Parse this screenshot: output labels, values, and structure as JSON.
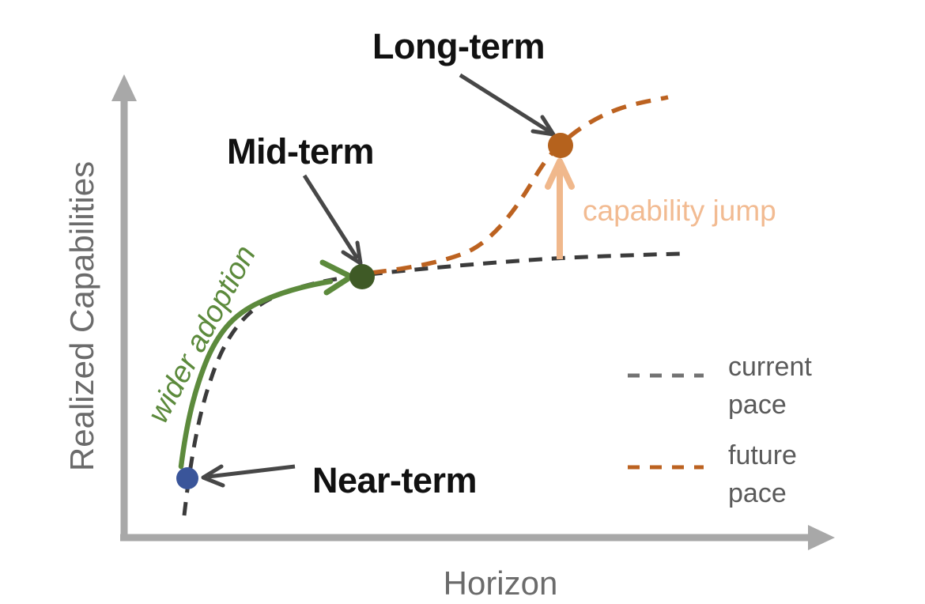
{
  "figure": {
    "y_axis_label": "Realized Capabilities",
    "x_axis_label": "Horizon",
    "milestones": {
      "near": "Near-term",
      "mid": "Mid-term",
      "long": "Long-term"
    },
    "annotations": {
      "wider_adoption": "wider adoption",
      "capability_jump": "capability jump"
    },
    "legend": {
      "current_pace": "current\npace",
      "future_pace": "future\npace"
    }
  },
  "colors": {
    "axis": "#a8a8a8",
    "axis_label_gray": "#6b6b6b",
    "current_pace_dash": "#3b3b3b",
    "legend_current_dash": "#737373",
    "future_pace_dash": "#bc6220",
    "adoption_green": "#5c8a3c",
    "near_term_dot": "#3a559a",
    "mid_term_dot": "#3f5a26",
    "long_term_dot": "#b5621d",
    "capability_jump_peach": "#f2bb92",
    "milestone_label_black": "#111111",
    "legend_text_gray": "#5a5a5a",
    "annotation_arrow_gray": "#474747"
  },
  "chart_data": {
    "type": "line",
    "title": "",
    "xlabel": "Horizon",
    "ylabel": "Realized Capabilities",
    "xlim": [
      0,
      10
    ],
    "ylim": [
      0,
      10
    ],
    "grid": false,
    "axes_style": "conceptual sketch; thick gray arrows on both axes, no tick labels",
    "legend_position": "center-right",
    "series": [
      {
        "name": "current pace",
        "style": "dashed",
        "color": "#3b3b3b",
        "x": [
          0.8,
          0.9,
          1.2,
          1.6,
          2.0,
          2.7,
          3.4,
          4.5,
          6.1,
          7.9
        ],
        "y": [
          0.5,
          1.3,
          3.3,
          4.8,
          5.1,
          5.5,
          5.7,
          5.85,
          6.0,
          6.15
        ]
      },
      {
        "name": "future pace",
        "style": "dashed",
        "color": "#bc6220",
        "x": [
          3.5,
          4.5,
          5.2,
          5.6,
          6.0,
          6.2,
          6.7,
          7.7
        ],
        "y": [
          5.7,
          6.0,
          6.4,
          7.2,
          8.1,
          8.5,
          9.1,
          9.5
        ]
      },
      {
        "name": "wider adoption",
        "style": "solid with arrowhead",
        "color": "#5c8a3c",
        "x": [
          0.8,
          1.0,
          1.3,
          1.7,
          2.2,
          2.7,
          3.2
        ],
        "y": [
          1.6,
          3.1,
          4.1,
          4.9,
          5.3,
          5.5,
          5.6
        ]
      }
    ],
    "points": [
      {
        "label": "Near-term",
        "x": 0.9,
        "y": 1.3,
        "color": "#3a559a"
      },
      {
        "label": "Mid-term",
        "x": 3.4,
        "y": 5.65,
        "color": "#3f5a26"
      },
      {
        "label": "Long-term",
        "x": 6.2,
        "y": 8.5,
        "color": "#b5621d"
      }
    ],
    "annotations": [
      {
        "text": "capability jump",
        "type": "vertical_arrow",
        "x": 6.2,
        "from_y": 6.0,
        "to_y": 8.2,
        "color": "#f2bb92"
      },
      {
        "text": "wider adoption",
        "type": "curve_label",
        "color": "#5c8a3c"
      }
    ],
    "legend_entries": [
      "current pace",
      "future pace"
    ]
  }
}
